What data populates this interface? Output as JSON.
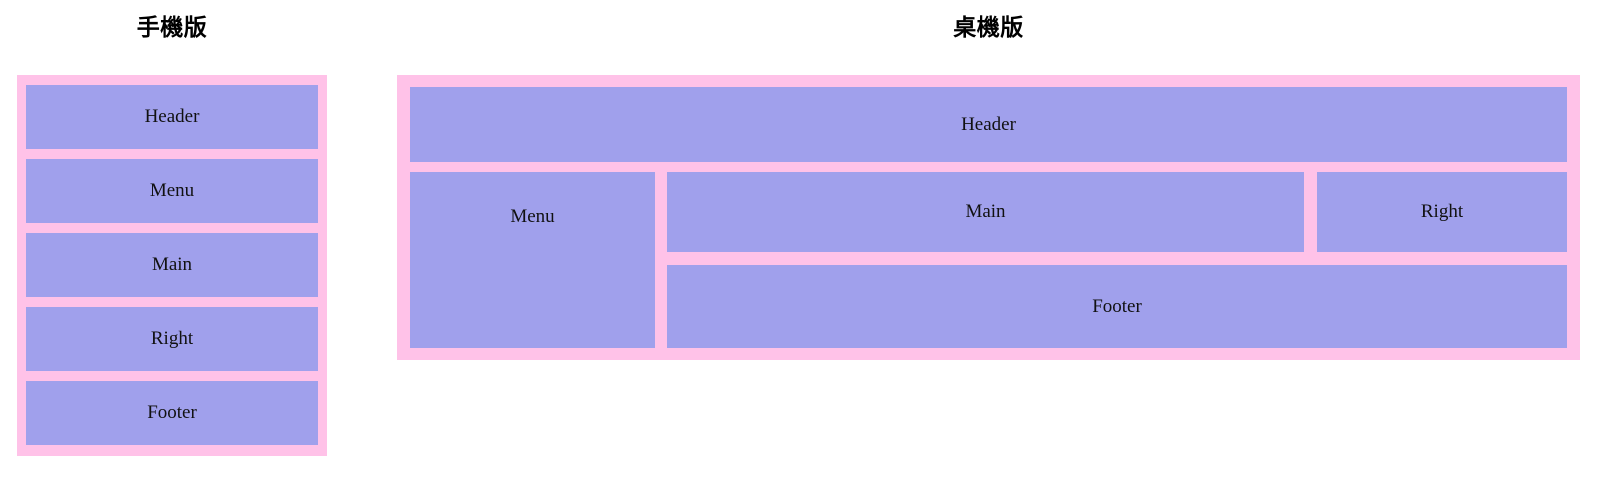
{
  "page": {
    "background_color": "#ffffff",
    "accent_pink": "#ffc2e8",
    "accent_purple": "#a0a0ec",
    "label_color": "#111111"
  },
  "mobile": {
    "title": "手機版",
    "regions": [
      {
        "name": "header",
        "label": "Header"
      },
      {
        "name": "menu",
        "label": "Menu"
      },
      {
        "name": "main",
        "label": "Main"
      },
      {
        "name": "right",
        "label": "Right"
      },
      {
        "name": "footer",
        "label": "Footer"
      }
    ]
  },
  "desktop": {
    "title": "桌機版",
    "regions": [
      {
        "name": "header",
        "label": "Header"
      },
      {
        "name": "menu",
        "label": "Menu"
      },
      {
        "name": "main",
        "label": "Main"
      },
      {
        "name": "right",
        "label": "Right"
      },
      {
        "name": "footer",
        "label": "Footer"
      }
    ]
  }
}
